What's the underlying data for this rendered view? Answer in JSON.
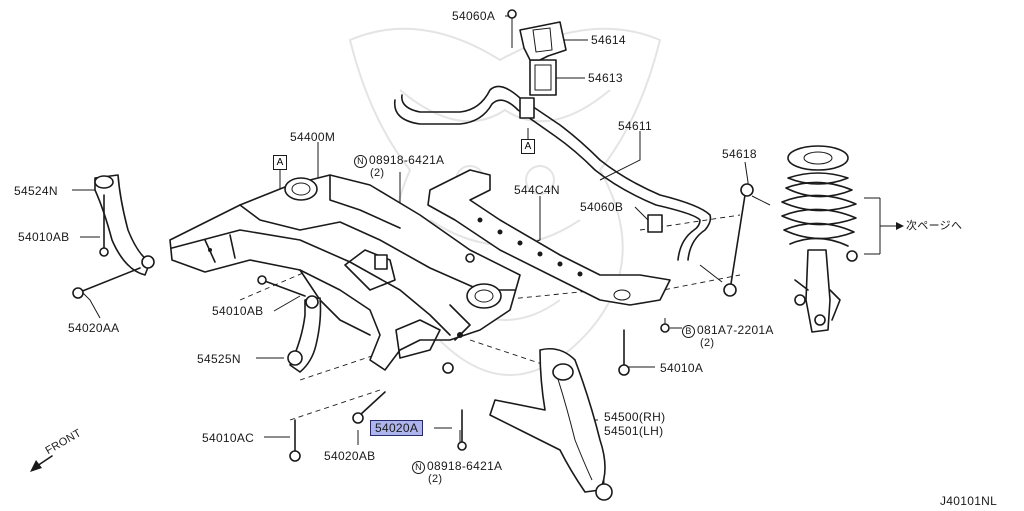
{
  "labels": {
    "p54060A": "54060A",
    "p54614": "54614",
    "p54613": "54613",
    "p54611": "54611",
    "p54618": "54618",
    "p54400M": "54400M",
    "n08918_top": "08918-6421A",
    "n08918_top_qty": "(2)",
    "p544C4N": "544C4N",
    "p54060B": "54060B",
    "p54524N": "54524N",
    "p54010AB_left": "54010AB",
    "p54020AA": "54020AA",
    "p54010AB_mid": "54010AB",
    "p54525N": "54525N",
    "b081A7": "081A7-2201A",
    "b081A7_qty": "(2)",
    "p54010A": "54010A",
    "p54500": "54500(RH)",
    "p54501": "54501(LH)",
    "p54020A": "54020A",
    "p54010AC": "54010AC",
    "p54020AB": "54020AB",
    "n08918_bot": "08918-6421A",
    "n08918_bot_qty": "(2)",
    "next_page": "次ページへ",
    "front": "FRONT",
    "ref_a": "A",
    "diagram_id": "J40101NL"
  },
  "markers": {
    "n": "N",
    "b": "B"
  },
  "colors": {
    "line": "#1a1a1a",
    "highlight": "#aeb4ee",
    "watermark": "#e4e4e4"
  }
}
